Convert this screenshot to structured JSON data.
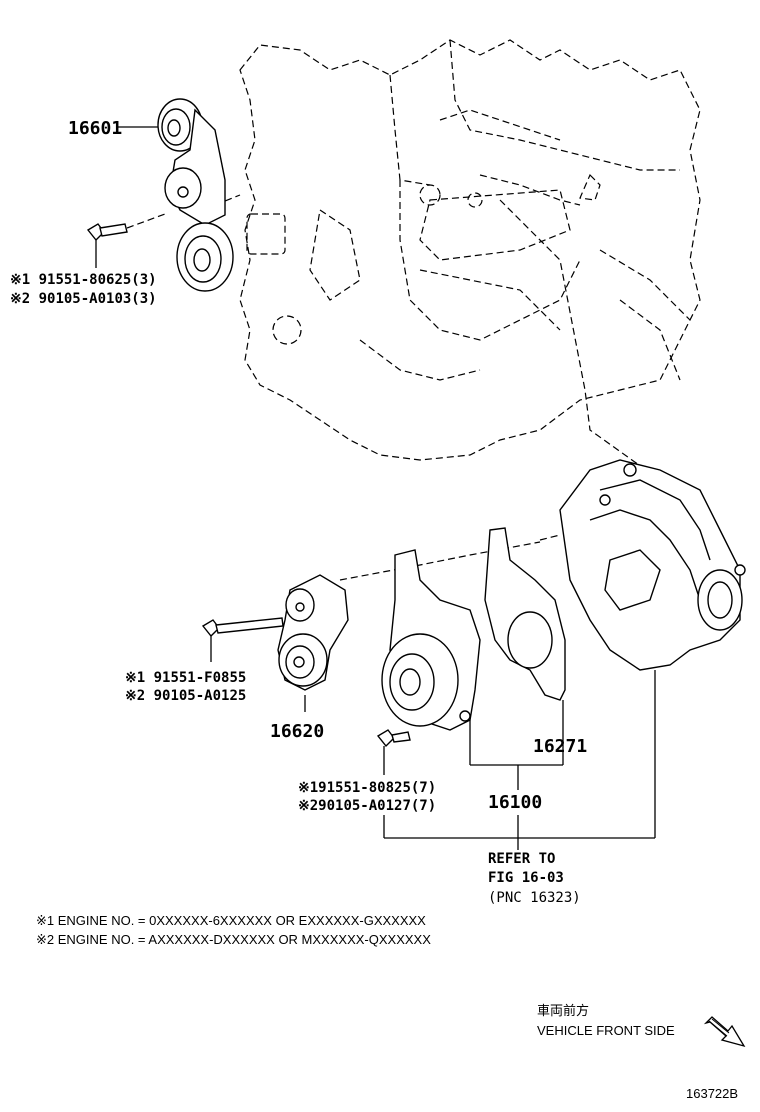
{
  "parts": {
    "p16601": "16601",
    "p16620": "16620",
    "p16271": "16271",
    "p16100": "16100"
  },
  "bolts": {
    "top": {
      "line1": "※1 91551-80625(3)",
      "line2": "※2 90105-A0103(3)"
    },
    "middle": {
      "line1": "※1 91551-F0855",
      "line2": "※2 90105-A0125"
    },
    "bottom": {
      "line1": "※191551-80825(7)",
      "line2": "※290105-A0127(7)"
    }
  },
  "refer": {
    "line1": "REFER TO",
    "line2": "FIG 16-03",
    "line3": "(PNC 16323)"
  },
  "notes": {
    "note1": "※1 ENGINE NO. = 0XXXXXX-6XXXXXX OR EXXXXXX-GXXXXXX",
    "note2": "※2 ENGINE NO. = AXXXXXX-DXXXXXX OR MXXXXXX-QXXXXXX"
  },
  "direction": {
    "japanese": "車両前方",
    "english": "VEHICLE FRONT SIDE",
    "icon": "arrow-down-right-icon"
  },
  "figure_id": "163722B"
}
